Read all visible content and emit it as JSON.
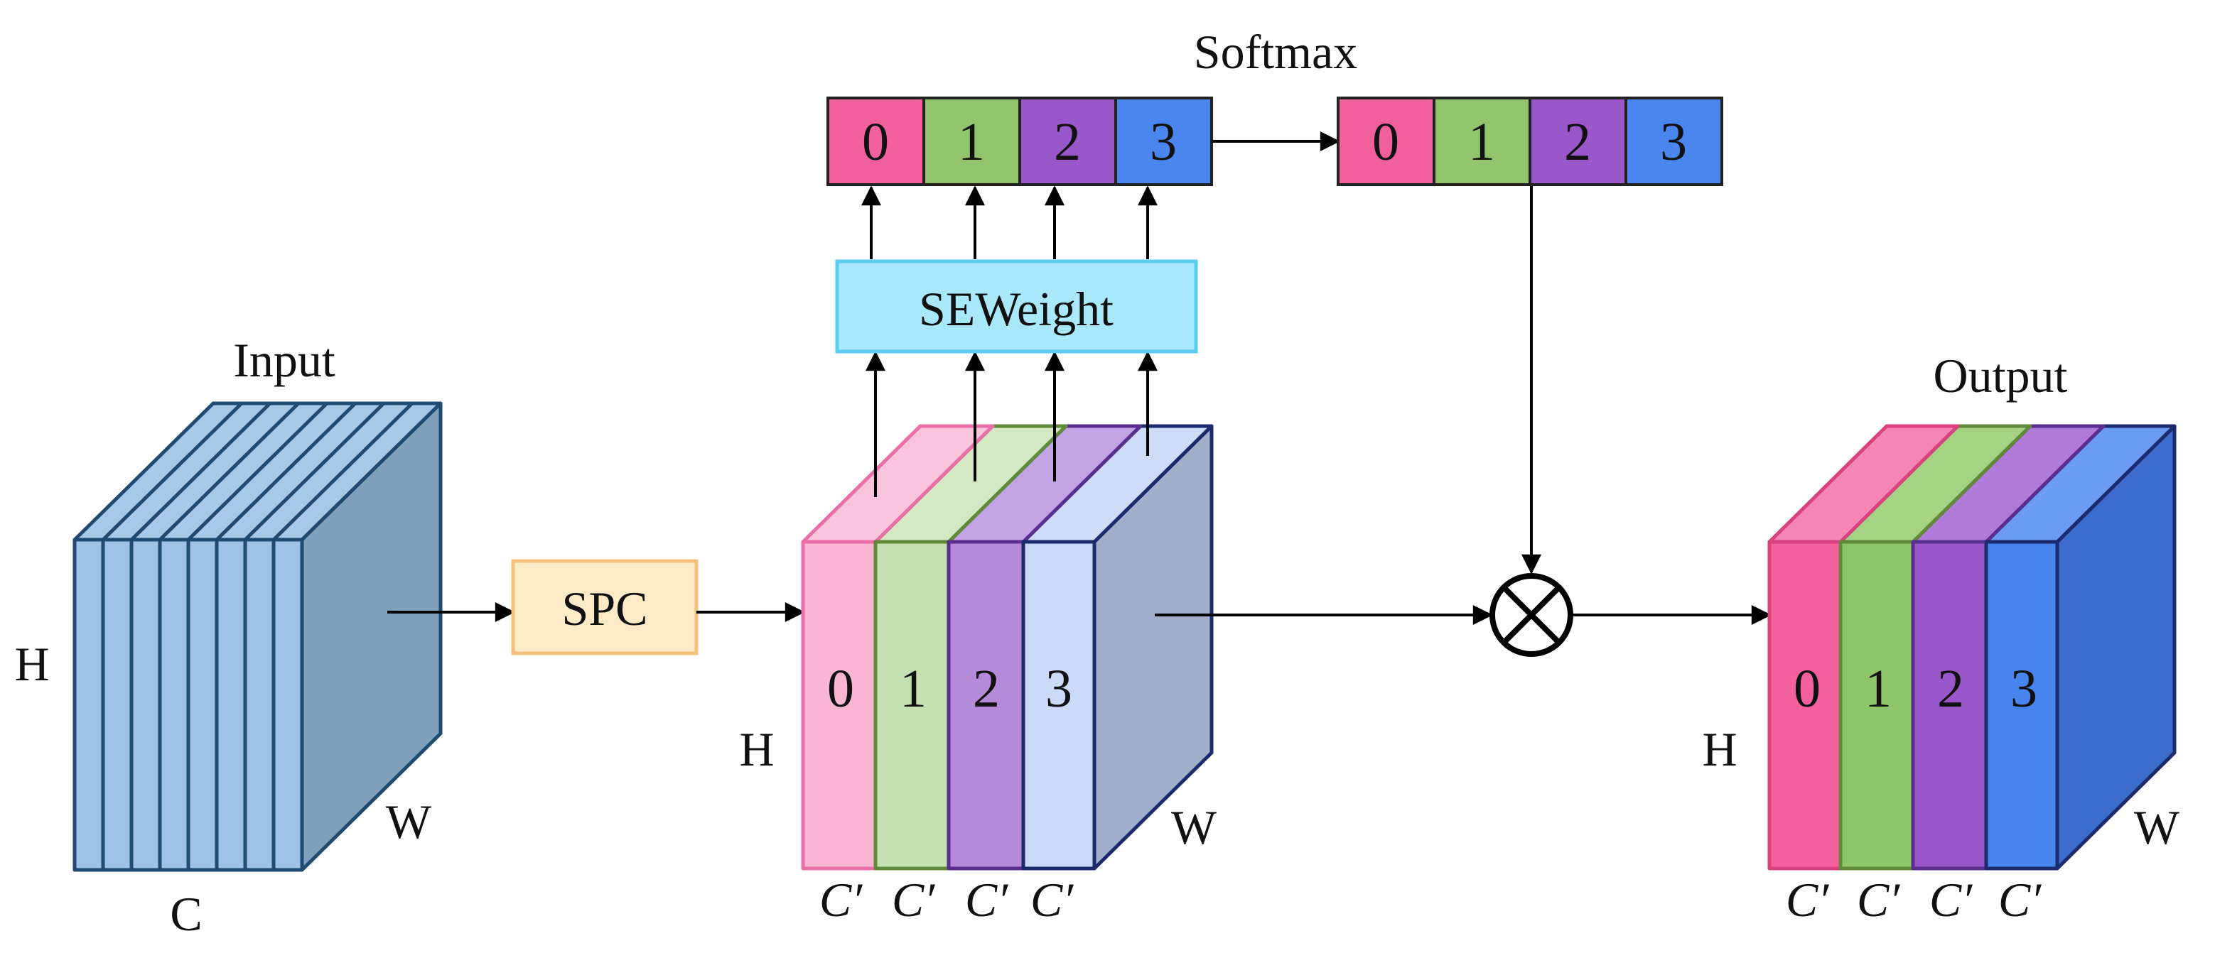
{
  "labels": {
    "input": "Input",
    "output": "Output",
    "softmax": "Softmax",
    "spc": "SPC",
    "seweight": "SEWeight",
    "h": "H",
    "w": "W",
    "c": "C",
    "c_prime": "C′"
  },
  "groups": [
    "0",
    "1",
    "2",
    "3"
  ],
  "colors": {
    "softmax_cells": [
      "#f2609b",
      "#92c46e",
      "#9a57c9",
      "#4a86ee"
    ],
    "pale_slabs": [
      "#f8b6d3",
      "#c5e1b2",
      "#b58ad9",
      "#cbdaf8"
    ],
    "output_slabs": [
      "#f3609b",
      "#8fc56a",
      "#9a57c9",
      "#4785ee"
    ],
    "spc_fill": "#fdebc8",
    "seweight_fill": "#a9e8fb",
    "input_front": "#9fc3e6",
    "input_side": "#7f9fba"
  }
}
